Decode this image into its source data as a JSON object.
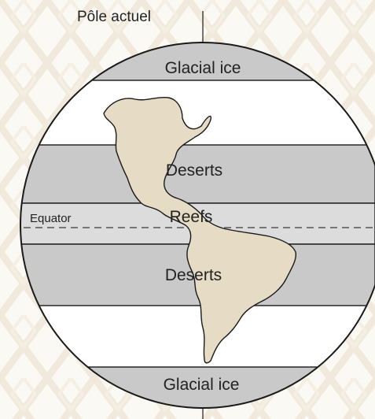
{
  "pole_label": "Pôle actuel",
  "bands": {
    "top_ice": "Glacial ice",
    "north_desert": "Deserts",
    "equator": "Equator",
    "reefs": "Reefs",
    "south_desert": "Deserts",
    "bottom_ice": "Glacial ice"
  },
  "colors": {
    "background_pattern": "#f1e9dc",
    "band_gray": "#c9c9c9",
    "band_light": "#dcdcdc",
    "continent": "#e6dcc5",
    "outline": "#1a1a1a"
  },
  "icons": {
    "continent": "americas-silhouette"
  }
}
